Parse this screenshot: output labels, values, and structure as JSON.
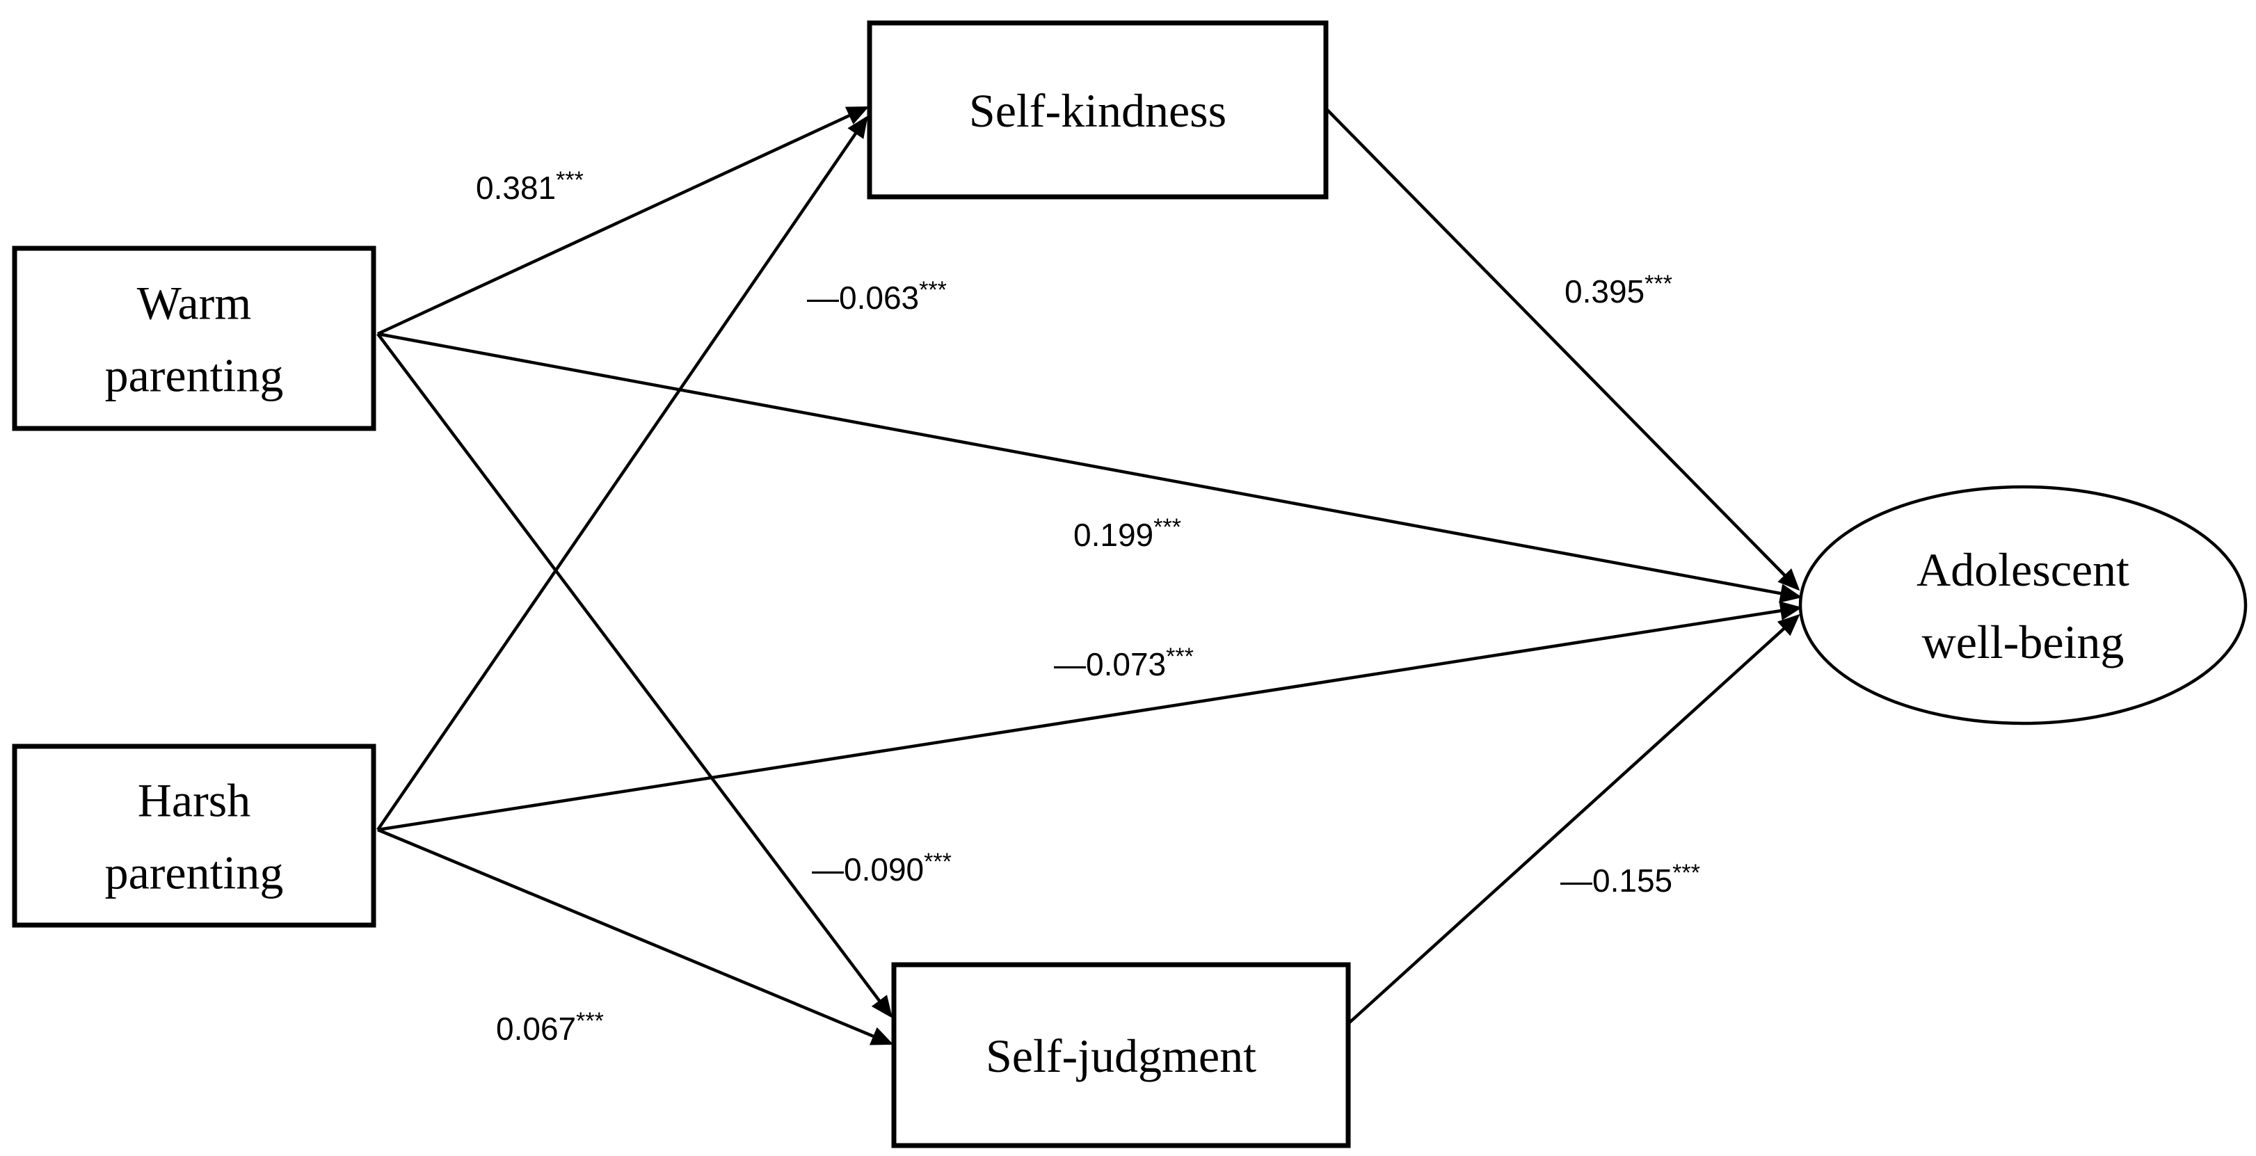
{
  "figure": {
    "type": "path-analysis-diagram",
    "background_color": "#ffffff",
    "line_color": "#000000",
    "text_color": "#000000",
    "significance_note": "*** shown as superscript on every path coefficient",
    "nodes": [
      {
        "id": "warm",
        "name": "warm-parenting",
        "shape": "rect",
        "lines": [
          "Warm",
          "parenting"
        ],
        "label": "Warm parenting"
      },
      {
        "id": "harsh",
        "name": "harsh-parenting",
        "shape": "rect",
        "lines": [
          "Harsh",
          "parenting"
        ],
        "label": "Harsh parenting"
      },
      {
        "id": "sk",
        "name": "self-kindness",
        "shape": "rect",
        "lines": [
          "Self-kindness"
        ],
        "label": "Self-kindness"
      },
      {
        "id": "sj",
        "name": "self-judgment",
        "shape": "rect",
        "lines": [
          "Self-judgment"
        ],
        "label": "Self-judgment"
      },
      {
        "id": "awb",
        "name": "adolescent-well-being",
        "shape": "ellipse",
        "lines": [
          "Adolescent",
          "well-being"
        ],
        "label": "Adolescent well-being"
      }
    ],
    "edges": [
      {
        "id": "warm-sk",
        "from": "warm",
        "to": "sk",
        "value": 0.381,
        "coefficient_display": "0.381",
        "stars": "***"
      },
      {
        "id": "warm-awb",
        "from": "warm",
        "to": "awb",
        "value": 0.199,
        "coefficient_display": "0.199",
        "stars": "***"
      },
      {
        "id": "warm-sj",
        "from": "warm",
        "to": "sj",
        "value": -0.09,
        "coefficient_display": "—0.090",
        "stars": "***"
      },
      {
        "id": "harsh-sk",
        "from": "harsh",
        "to": "sk",
        "value": -0.063,
        "coefficient_display": "—0.063",
        "stars": "***"
      },
      {
        "id": "harsh-awb",
        "from": "harsh",
        "to": "awb",
        "value": -0.073,
        "coefficient_display": "—0.073",
        "stars": "***"
      },
      {
        "id": "harsh-sj",
        "from": "harsh",
        "to": "sj",
        "value": 0.067,
        "coefficient_display": "0.067",
        "stars": "***"
      },
      {
        "id": "sk-awb",
        "from": "sk",
        "to": "awb",
        "value": 0.395,
        "coefficient_display": "0.395",
        "stars": "***"
      },
      {
        "id": "sj-awb",
        "from": "sj",
        "to": "awb",
        "value": -0.155,
        "coefficient_display": "—0.155",
        "stars": "***"
      }
    ]
  }
}
